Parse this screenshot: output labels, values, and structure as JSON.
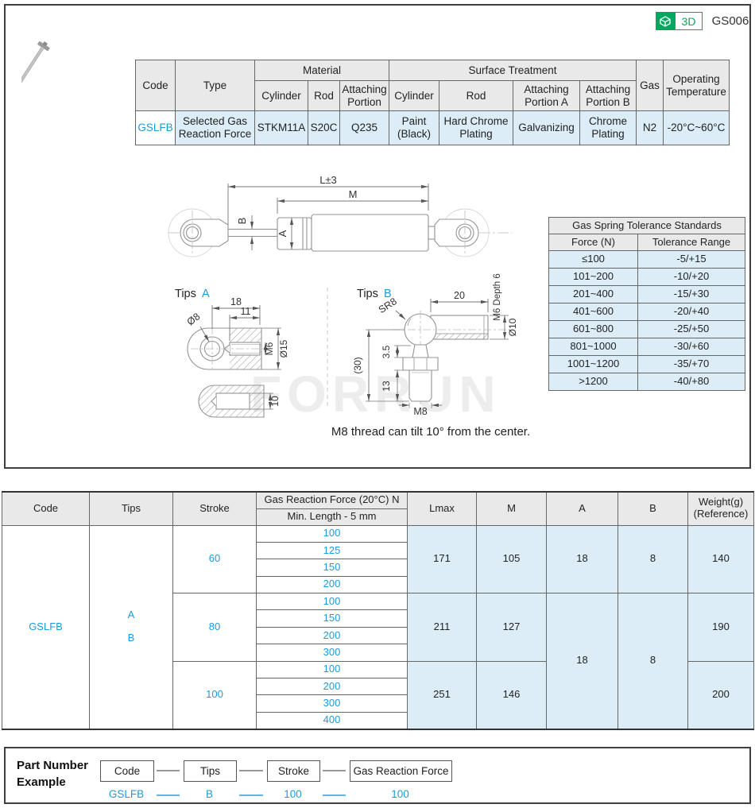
{
  "page": {
    "part_ref": "GS006",
    "badge_3d": "3D"
  },
  "colors": {
    "accent_blue": "#1e9bd8",
    "light_blue_bg": "#dcedf8",
    "header_gray": "#e9e9e9",
    "green": "#00a95f"
  },
  "spec_table": {
    "headers": {
      "code": "Code",
      "type": "Type",
      "material": "Material",
      "surface": "Surface Treatment",
      "mat_cylinder": "Cylinder",
      "mat_rod": "Rod",
      "mat_attaching": "Attaching Portion",
      "st_cylinder": "Cylinder",
      "st_rod": "Rod",
      "st_attach_a": "Attaching Portion A",
      "st_attach_b": "Attaching Portion B",
      "gas": "Gas",
      "op_temp": "Operating Temperature"
    },
    "row": {
      "code": "GSLFB",
      "type": "Selected Gas Reaction Force",
      "mat_cylinder": "STKM11A",
      "mat_rod": "S20C",
      "mat_attaching": "Q235",
      "st_cylinder": "Paint (Black)",
      "st_rod": "Hard Chrome Plating",
      "st_attach_a": "Galvanizing",
      "st_attach_b": "Chrome Plating",
      "gas": "N2",
      "op_temp": "-20°C~60°C"
    }
  },
  "diagram": {
    "dim_l": "L±3",
    "dim_m": "M",
    "dim_a": "A",
    "dim_b": "B",
    "tips_word_a": "Tips",
    "tips_a": "A",
    "tips_word_b": "Tips",
    "tips_b": "B",
    "a": {
      "w18": "18",
      "w11": "11",
      "dia8": "Ø8",
      "m6": "M6",
      "dia15": "Ø15",
      "t10": "10"
    },
    "b": {
      "w20": "20",
      "m6depth": "M6 Depth 6",
      "sr8": "SR8",
      "dia10": "Ø10",
      "g35": "3.5",
      "l30": "(30)",
      "l13": "13",
      "m8": "M8"
    },
    "note": "M8 thread can tilt 10° from the center.",
    "watermark": "FORRUN"
  },
  "tolerance_table": {
    "title": "Gas Spring Tolerance Standards",
    "col_force": "Force (N)",
    "col_range": "Tolerance Range",
    "rows": [
      {
        "force": "≤100",
        "range": "-5/+15"
      },
      {
        "force": "101~200",
        "range": "-10/+20"
      },
      {
        "force": "201~400",
        "range": "-15/+30"
      },
      {
        "force": "401~600",
        "range": "-20/+40"
      },
      {
        "force": "601~800",
        "range": "-25/+50"
      },
      {
        "force": "801~1000",
        "range": "-30/+60"
      },
      {
        "force": "1001~1200",
        "range": "-35/+70"
      },
      {
        "force": ">1200",
        "range": "-40/+80"
      }
    ]
  },
  "main_table": {
    "headers": {
      "code": "Code",
      "tips": "Tips",
      "stroke": "Stroke",
      "force1": "Gas Reaction Force (20°C) N",
      "force2": "Min. Length - 5 mm",
      "lmax": "Lmax",
      "m": "M",
      "a": "A",
      "b": "B",
      "weight1": "Weight(g)",
      "weight2": "(Reference)"
    },
    "code": "GSLFB",
    "tips_a": "A",
    "tips_b": "B",
    "shared_a": "18",
    "shared_b": "8",
    "groups": [
      {
        "stroke": "60",
        "forces": [
          "100",
          "125",
          "150",
          "200"
        ],
        "lmax": "171",
        "m": "105",
        "a": "18",
        "b": "8",
        "weight": "140"
      },
      {
        "stroke": "80",
        "forces": [
          "100",
          "150",
          "200",
          "300"
        ],
        "lmax": "211",
        "m": "127",
        "weight": "190"
      },
      {
        "stroke": "100",
        "forces": [
          "100",
          "200",
          "300",
          "400"
        ],
        "lmax": "251",
        "m": "146",
        "weight": "200"
      }
    ]
  },
  "part_number": {
    "title1": "Part Number",
    "title2": "Example",
    "f_code": "Code",
    "f_tips": "Tips",
    "f_stroke": "Stroke",
    "f_force": "Gas Reaction Force",
    "v_code": "GSLFB",
    "v_tips": "B",
    "v_stroke": "100",
    "v_force": "100"
  }
}
